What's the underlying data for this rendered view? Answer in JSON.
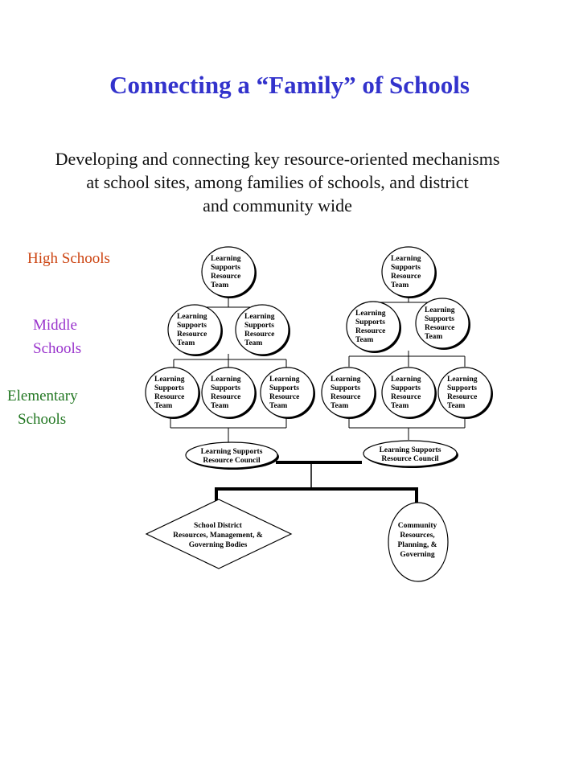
{
  "title": "Connecting a “Family” of Schools",
  "subtitle_lines": [
    "Developing and connecting key resource-oriented mechanisms",
    "at school sites, among families of schools, and district",
    "and community wide"
  ],
  "levels": {
    "high": [
      "High Schools"
    ],
    "middle": [
      "Middle",
      "Schools"
    ],
    "elementary": [
      "Elementary",
      "Schools"
    ]
  },
  "team_label": [
    "Learning",
    "Supports",
    "Resource",
    "Team"
  ],
  "council_label": [
    "Learning Supports",
    "Resource Council"
  ],
  "district_label": [
    "School District",
    "Resources, Management, &",
    "Governing Bodies"
  ],
  "community_label": [
    "Community",
    "Resources,",
    "Planning, &",
    "Governing"
  ],
  "colors": {
    "title": "#3333cc",
    "high_schools": "#cc4411",
    "middle_schools": "#9933cc",
    "elementary_schools": "#227722"
  }
}
